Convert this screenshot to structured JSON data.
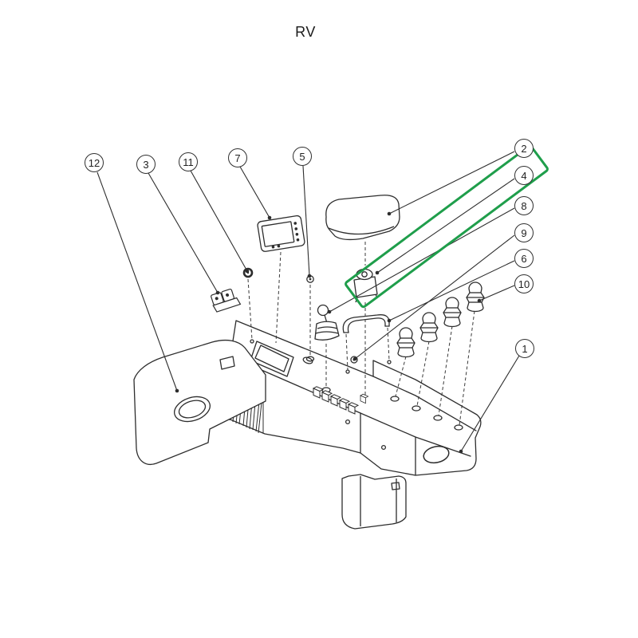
{
  "title": "RV",
  "diagram": {
    "highlighted_part": "4",
    "highlight_color": "#1f9e4b",
    "line_color": "#2d2d2d"
  },
  "callouts": [
    {
      "label": "12"
    },
    {
      "label": "3"
    },
    {
      "label": "11"
    },
    {
      "label": "7"
    },
    {
      "label": "5"
    },
    {
      "label": "2"
    },
    {
      "label": "4"
    },
    {
      "label": "8"
    },
    {
      "label": "9"
    },
    {
      "label": "6"
    },
    {
      "label": "10"
    },
    {
      "label": "1"
    }
  ]
}
